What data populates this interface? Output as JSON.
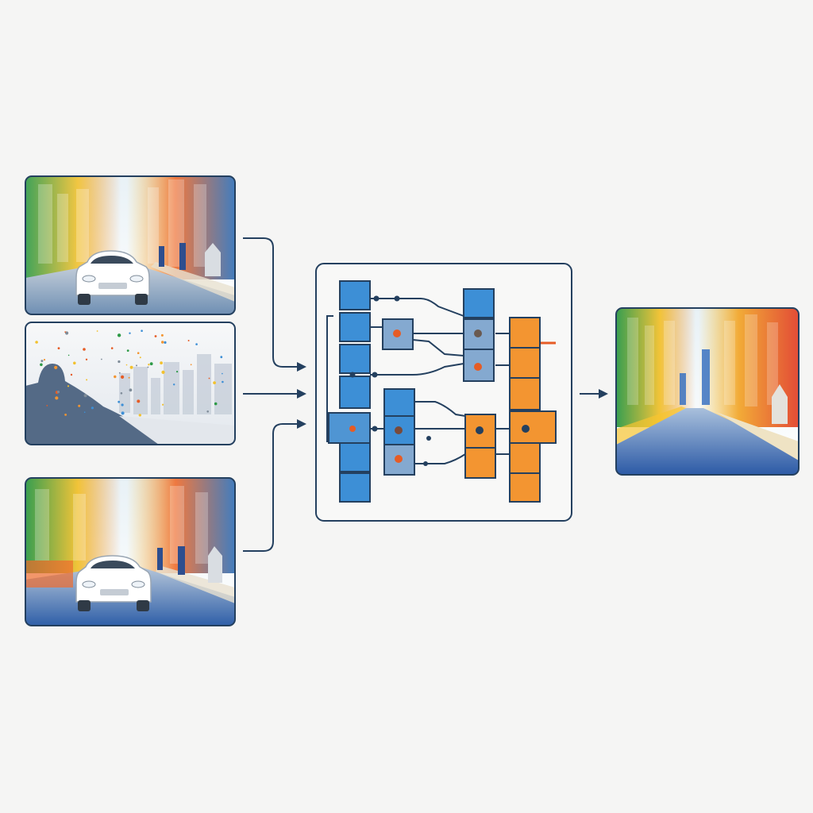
{
  "diagram": {
    "inputs": [
      {
        "scene": "street-with-car",
        "mood": "colorful"
      },
      {
        "scene": "foggy-silhouette",
        "mood": "desaturated"
      },
      {
        "scene": "street-with-car",
        "mood": "colorful"
      }
    ],
    "output": {
      "scene": "empty-street",
      "mood": "colorful"
    },
    "network": {
      "column_colors": [
        "#3d8fd6",
        "#7ea7d1",
        "#f0962c"
      ]
    },
    "colors": {
      "frame": "#24405f",
      "connector": "#24405f",
      "blue": "#3d8fd6",
      "light_blue": "#84a9d0",
      "orange": "#f39531",
      "accent_dot": "#e65c25",
      "background": "#f5f5f4"
    }
  }
}
